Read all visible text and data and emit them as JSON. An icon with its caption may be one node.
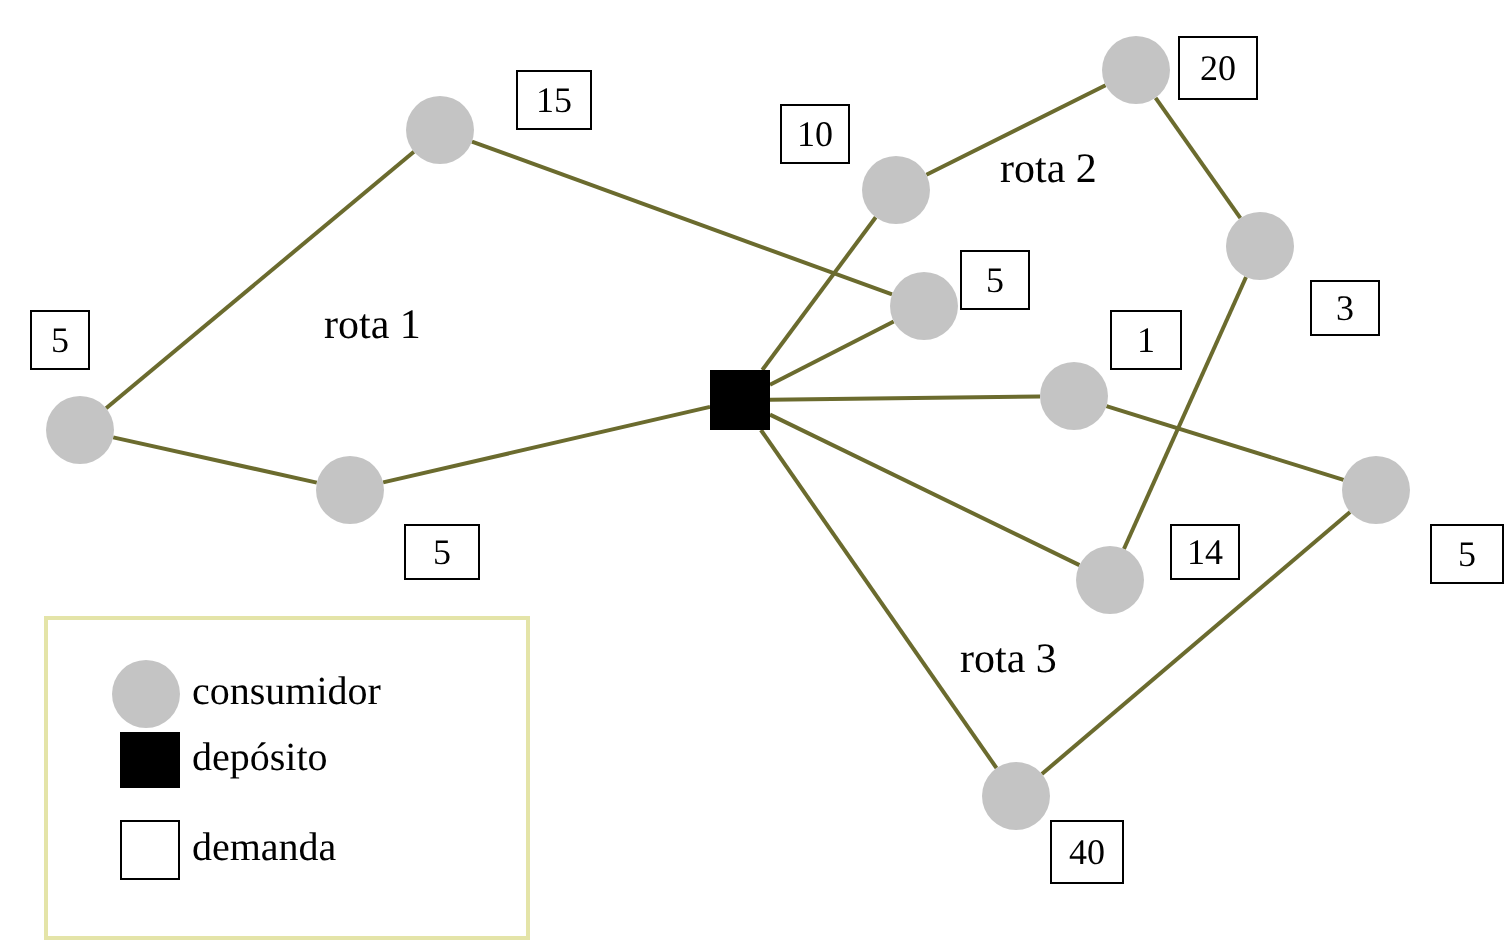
{
  "diagram": {
    "nodes": [
      {
        "text": [],
        "shape": "circle",
        "beside": [
          "20"
        ]
      },
      {
        "text": [],
        "shape": "circle",
        "beside": [
          "15"
        ]
      },
      {
        "text": [],
        "shape": "circle",
        "beside": [
          "10"
        ]
      },
      {
        "text": [],
        "shape": "circle",
        "beside": [
          "3"
        ]
      },
      {
        "text": [],
        "shape": "circle",
        "beside": [
          "5"
        ]
      },
      {
        "text": [],
        "shape": "circle",
        "beside": [
          "1"
        ]
      },
      {
        "text": [],
        "shape": "box"
      },
      {
        "text": [],
        "shape": "circle",
        "beside": [
          "5"
        ]
      },
      {
        "text": [],
        "shape": "circle",
        "beside": [
          "5"
        ]
      },
      {
        "text": [],
        "shape": "circle",
        "beside": [
          "5"
        ]
      },
      {
        "text": [],
        "shape": "circle",
        "beside": [
          "14"
        ]
      },
      {
        "text": [],
        "shape": "circle",
        "beside": [
          "40"
        ]
      }
    ],
    "edges": [
      {
        "from": 6,
        "to": 8,
        "arrow": "none"
      },
      {
        "from": 8,
        "to": 7,
        "arrow": "none"
      },
      {
        "from": 7,
        "to": 1,
        "arrow": "none"
      },
      {
        "from": 1,
        "to": 4,
        "arrow": "none"
      },
      {
        "from": 4,
        "to": 6,
        "arrow": "none"
      },
      {
        "from": 6,
        "to": 2,
        "arrow": "none"
      },
      {
        "from": 2,
        "to": 0,
        "arrow": "none"
      },
      {
        "from": 0,
        "to": 3,
        "arrow": "none"
      },
      {
        "from": 3,
        "to": 10,
        "arrow": "none"
      },
      {
        "from": 10,
        "to": 6,
        "arrow": "none"
      },
      {
        "from": 6,
        "to": 5,
        "arrow": "none"
      },
      {
        "from": 5,
        "to": 9,
        "arrow": "none"
      },
      {
        "from": 9,
        "to": 11,
        "arrow": "none"
      },
      {
        "from": 11,
        "to": 6,
        "arrow": "none"
      }
    ],
    "labels": [
      "rota 2",
      "rota 1",
      "rota 3"
    ],
    "legend": [
      {
        "text": "consumidor",
        "color": "#c4c4c4"
      },
      {
        "text": "depósito",
        "color": "#000000"
      },
      {
        "text": "demanda",
        "color": "#ffffff"
      }
    ]
  }
}
